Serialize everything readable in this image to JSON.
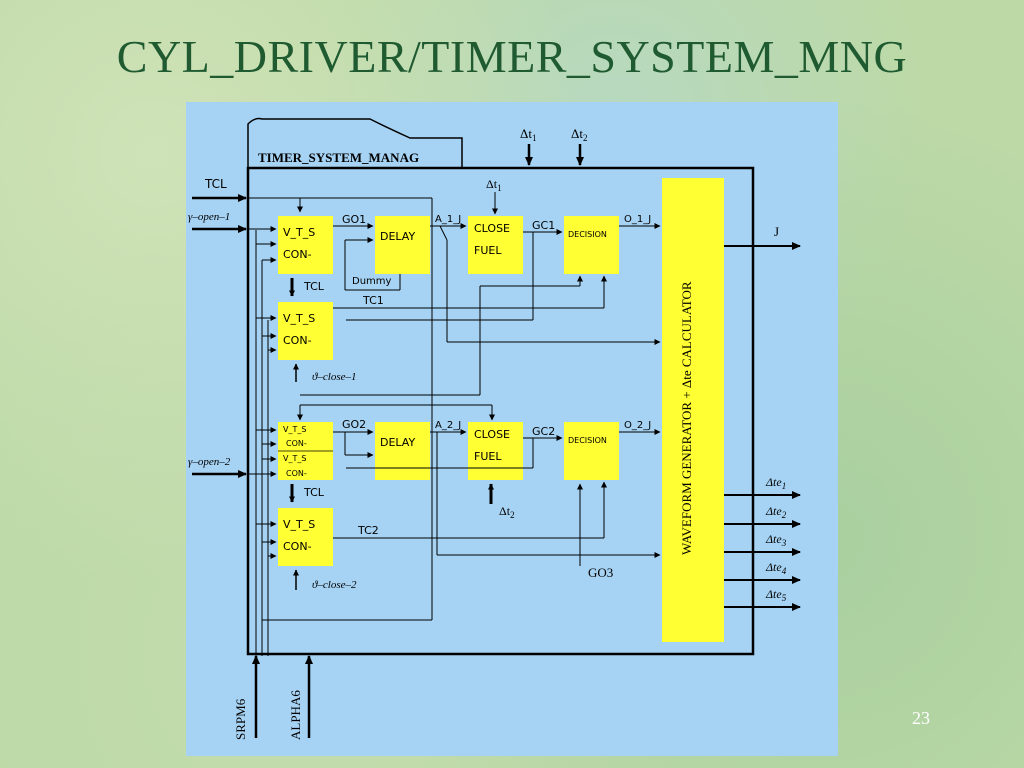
{
  "slide": {
    "title": "CYL_DRIVER/TIMER_SYSTEM_MNG",
    "page_number": "23"
  },
  "diagram": {
    "module_label": "TIMER_SYSTEM_MANAG",
    "top_inputs": {
      "dt1": "Δt",
      "dt1_sub": "1",
      "dt2": "Δt",
      "dt2_sub": "2"
    },
    "left_inputs": {
      "tcl": "TCL",
      "gamma_open_1": "γ–open–1",
      "gamma_open_2": "γ–open–2"
    },
    "bottom_inputs": {
      "srpm6": "SRPM6",
      "alpha6": "ALPHA6"
    },
    "blocks": {
      "vts_con_1": {
        "line1": "V_T_S",
        "line2": "CON-"
      },
      "vts_con_2": {
        "line1": "V_T_S",
        "line2": "CON-"
      },
      "vts_con_3a": {
        "line1": "V_T_S",
        "line2": "CON-"
      },
      "vts_con_3b": {
        "line1": "V_T_S",
        "line2": "CON-"
      },
      "vts_con_4": {
        "line1": "V_T_S",
        "line2": "CON-"
      },
      "delay_1": "DELAY",
      "delay_2": "DELAY",
      "close_fuel_1": {
        "line1": "CLOSE",
        "line2": "FUEL"
      },
      "close_fuel_2": {
        "line1": "CLOSE",
        "line2": "FUEL"
      },
      "decision_1": "DECISION",
      "decision_2": "DECISION",
      "waveform": "WAVEFORM GENERATOR + Δte CALCULATOR"
    },
    "signals": {
      "go1": "GO1",
      "go2": "GO2",
      "go3": "GO3",
      "a1j": "A_1_J",
      "a2j": "A_2_J",
      "gc1": "GC1",
      "gc2": "GC2",
      "o1j": "O_1_J",
      "o2j": "O_2_J",
      "tcl_1": "TCL",
      "tcl_2": "TCL",
      "dummy": "Dummy",
      "tc1": "TC1",
      "tc2": "TC2",
      "theta_close_1": "ϑ–close–1",
      "theta_close_2": "ϑ–close–2",
      "dt1_inner": "Δt",
      "dt1_inner_sub": "1",
      "dt2_inner": "Δt",
      "dt2_inner_sub": "2"
    },
    "outputs": {
      "j": "J",
      "dte": "Δte",
      "dte_subs": [
        "1",
        "2",
        "3",
        "4",
        "5"
      ]
    }
  },
  "colors": {
    "panel": "#a6d3f4",
    "block": "#ffff33",
    "line": "#000000",
    "title": "#1f5a31"
  }
}
